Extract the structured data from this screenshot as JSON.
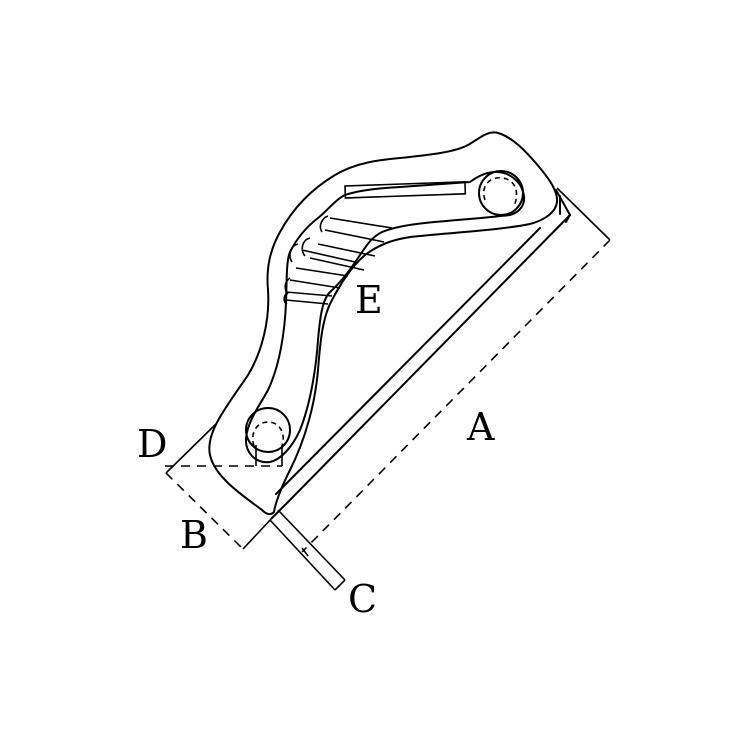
{
  "diagram": {
    "subject": "cam cleat technical drawing",
    "line_color": "#000000",
    "background": "#ffffff",
    "labels": {
      "A": "A",
      "B": "B",
      "C": "C",
      "D": "D",
      "E": "E"
    }
  }
}
